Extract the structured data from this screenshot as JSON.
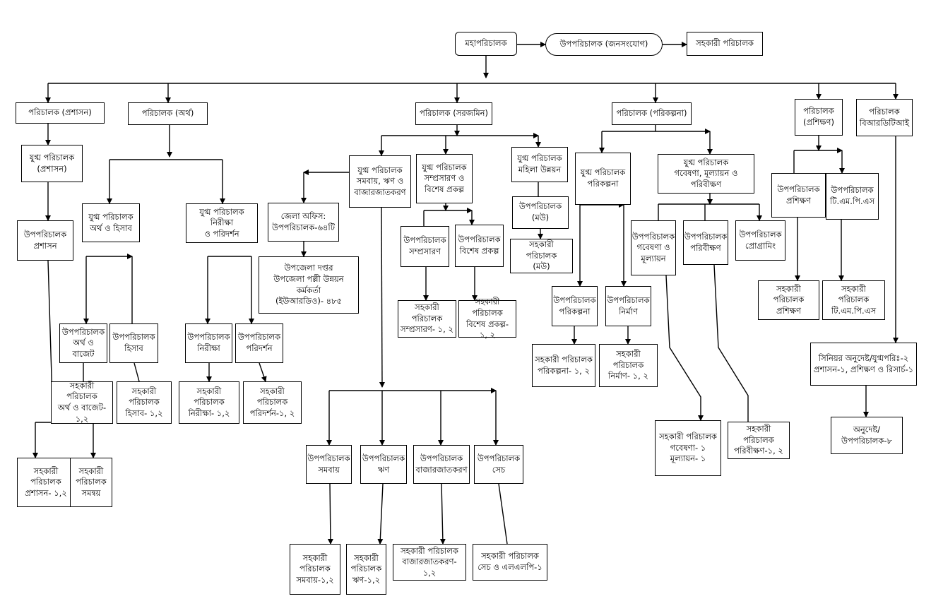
{
  "nodes": {
    "dg": "মহাপরিচালক",
    "dd_pr": "উপপরিচালক (জনসংযোগ)",
    "ad_pr": "সহকারী পরিচালক",
    "dir_admin": "পরিচালক (প্রশাসন)",
    "dir_fin": "পরিচালক (অর্থ)",
    "dir_field": "পরিচালক (সরজমিন)",
    "dir_plan": "পরিচালক (পরিকল্পনা)",
    "dir_train": "পরিচালক\n(প্রশিক্ষণ)",
    "dir_bard": "পরিচালক\nবিআরডিটিআই",
    "jd_admin": "যুগ্ম পরিচালক\n(প্রশাসন)",
    "dd_admin": "উপপরিচালক\nপ্রশাসন",
    "ad_admin": "সহকারী\nপরিচালক\nপ্রশাসন- ১,২",
    "ad_coord": "সহকারী\nপরিচালক\nসমন্বয়",
    "jd_fin_acc": "যুগ্ম পরিচালক\nঅর্থ ও হিসাব",
    "jd_audit": "যুগ্ম পরিচালক নিরীক্ষা\nও পরিদর্শন",
    "dd_budget": "উপপরিচালক\nঅর্থ ও বাজেট",
    "dd_acc": "উপপরিচালক\nহিসাব",
    "dd_audit": "উপপরিচালক\nনিরীক্ষা",
    "dd_insp": "উপপরিচালক\nপরিদর্শন",
    "ad_budget": "সহকারী পরিচালক\nঅর্থ ও বাজেট- ১,২",
    "ad_acc": "সহকারী পরিচালক\nহিসাব- ১,২",
    "ad_audit": "সহকারী পরিচালক\nনিরীক্ষা- ১,২",
    "ad_insp": "সহকারী পরিচালক\nপরিদর্শন-১, ২",
    "jd_coop": "যুগ্ম পরিচালক\nসমবায়, ঋণ ও\nবাজারজাতকরণ",
    "district": "জেলা অফিস:\nউপপরিচালক-৬৪টি",
    "upazila": "উপজেলা দপ্তর\nউপজেলা পল্লী উন্নয়ন কর্মকর্তা\n(ইউআরডিও)- ৪৮৫",
    "jd_ext": "যুগ্ম পরিচালক\nসম্প্রসারণ ও\nবিশেষ প্রকল্প",
    "jd_women": "যুগ্ম পরিচালক\nমহিলা উন্নয়ন",
    "dd_ext": "উপপরিচালক\nসম্প্রসারণ",
    "dd_sp": "উপপরিচালক\nবিশেষ প্রকল্প",
    "ad_ext": "সহকারী পরিচালক\nসম্প্রসারণ- ১, ২",
    "ad_sp": "সহকারী পরিচালক\nবিশেষ প্রকল্প- ১, ২",
    "dd_women": "উপপরিচালক\n(মউ)",
    "ad_women": "সহকারী পরিচালক\n(মউ)",
    "dd_coop": "উপপরিচালক\nসমবায়",
    "dd_credit": "উপপরিচালক\nঋণ",
    "dd_mkt": "উপপরিচালক\nবাজারজাতকরণ",
    "dd_irr": "উপপরিচালক\nসেচ",
    "ad_coop": "সহকারী\nপরিচালক\nসমবায়-১,২",
    "ad_credit": "সহকারী\nপরিচালক\nঋণ-১,২",
    "ad_mkt": "সহকারী পরিচালক\nবাজারজাতকরণ- ১,২",
    "ad_irr": "সহকারী পরিচালক\nসেচ ও এলএলপি-১",
    "jd_plan": "যুগ্ম পরিচালক\nপরিকল্পনা",
    "jd_research": "যুগ্ম পরিচালক\nগবেষণা, মূল্যায়ন ও পরিবীক্ষণ",
    "dd_plan": "উপপরিচালক\nপরিকল্পনা",
    "dd_const": "উপপরিচালক\nনির্মাণ",
    "ad_plan": "সহকারী পরিচালক\nপরিকল্পনা- ১, ২",
    "ad_const": "সহকারী পরিচালক\nনির্মাণ- ১, ২",
    "dd_research": "উপপরিচালক\nগবেষণা ও\nমূল্যায়ন",
    "dd_monitor": "উপপরিচালক\nপরিবীক্ষণ",
    "dd_prog": "উপপরিচালক\nপ্রোগ্রামিং",
    "ad_research": "সহকারী পরিচালক\nগবেষণা- ১\nমূল্যায়ন- ১",
    "ad_monitor": "সহকারী পরিচালক\nপরিবীক্ষণ-১, ২",
    "dd_train": "উপপরিচালক\nপ্রশিক্ষণ",
    "dd_tmps": "উপপরিচালক\nটি.এম.পি.এস",
    "ad_train": "সহকারী পরিচালক\nপ্রশিক্ষণ",
    "ad_tmps": "সহকারী পরিচালক\nটি.এম.পি.এস",
    "senior_inst": "সিনিয়র অনুদেষ্ট/যুগ্মপরিঃ-২\nপ্রশাসন-১, প্রশিক্ষণ ও রিসার্চ-১",
    "instructor": "অনুদেষ্ট/\nউপপরিচালক-৮"
  }
}
